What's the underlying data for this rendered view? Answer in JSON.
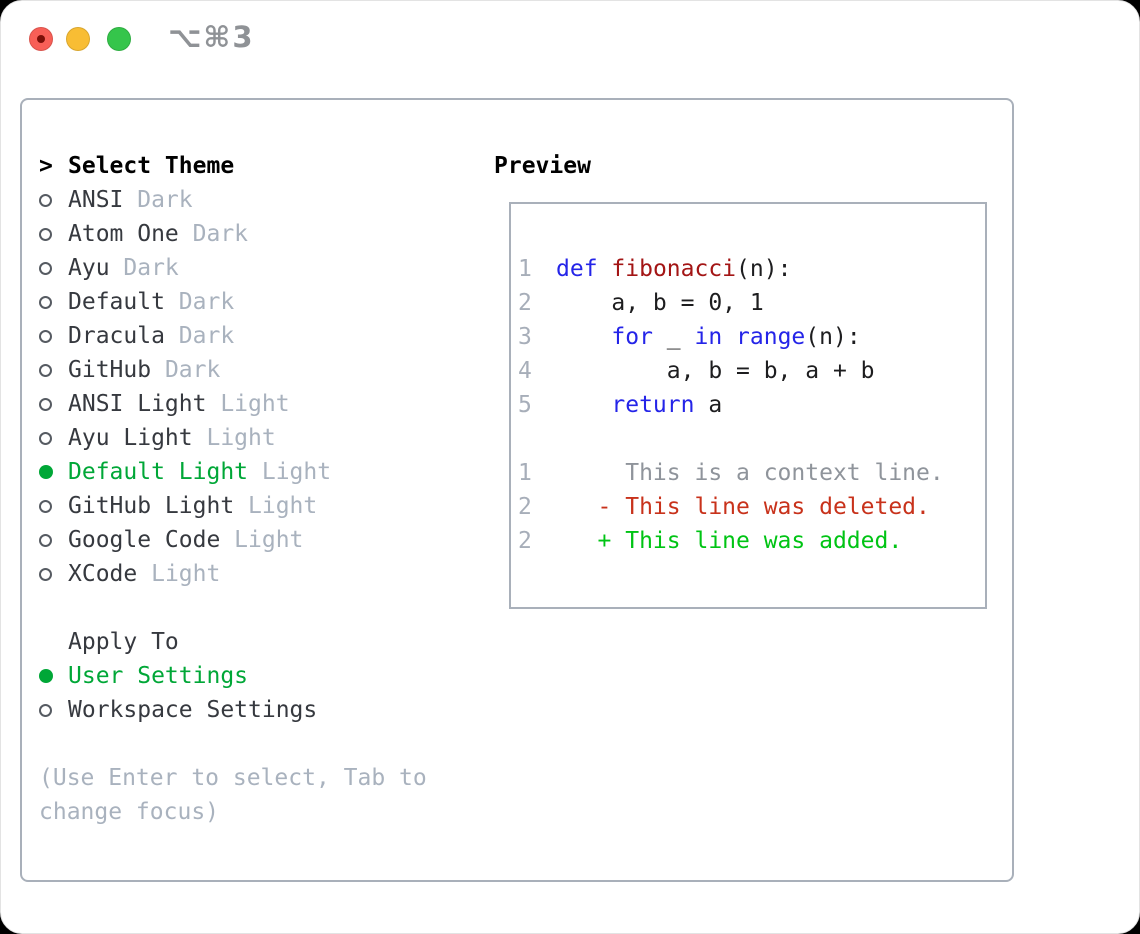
{
  "window": {
    "title": "⌥⌘3"
  },
  "theme_picker": {
    "focus_indicator": ">",
    "header": "Select Theme",
    "items": [
      {
        "label": "ANSI",
        "variant": "Dark",
        "selected": false
      },
      {
        "label": "Atom One",
        "variant": "Dark",
        "selected": false
      },
      {
        "label": "Ayu",
        "variant": "Dark",
        "selected": false
      },
      {
        "label": "Default",
        "variant": "Dark",
        "selected": false
      },
      {
        "label": "Dracula",
        "variant": "Dark",
        "selected": false
      },
      {
        "label": "GitHub",
        "variant": "Dark",
        "selected": false
      },
      {
        "label": "ANSI Light",
        "variant": "Light",
        "selected": false
      },
      {
        "label": "Ayu Light",
        "variant": "Light",
        "selected": false
      },
      {
        "label": "Default Light",
        "variant": "Light",
        "selected": true
      },
      {
        "label": "GitHub Light",
        "variant": "Light",
        "selected": false
      },
      {
        "label": "Google Code",
        "variant": "Light",
        "selected": false
      },
      {
        "label": "XCode",
        "variant": "Light",
        "selected": false
      }
    ]
  },
  "apply_to": {
    "header": "Apply To",
    "options": [
      {
        "label": "User Settings",
        "selected": true
      },
      {
        "label": "Workspace Settings",
        "selected": false
      }
    ]
  },
  "hint": "(Use Enter to select, Tab to change focus)",
  "preview": {
    "title": "Preview",
    "code_lines": [
      {
        "num": "1",
        "tokens": [
          {
            "t": "def",
            "c": "keyword"
          },
          {
            "t": " ",
            "c": "plain"
          },
          {
            "t": "fibonacci",
            "c": "function"
          },
          {
            "t": "(n):",
            "c": "plain"
          }
        ]
      },
      {
        "num": "2",
        "tokens": [
          {
            "t": "    a, b = 0, 1",
            "c": "plain"
          }
        ]
      },
      {
        "num": "3",
        "tokens": [
          {
            "t": "    ",
            "c": "plain"
          },
          {
            "t": "for",
            "c": "keyword"
          },
          {
            "t": " _ ",
            "c": "plain"
          },
          {
            "t": "in",
            "c": "keyword"
          },
          {
            "t": " ",
            "c": "plain"
          },
          {
            "t": "range",
            "c": "keyword"
          },
          {
            "t": "(n):",
            "c": "plain"
          }
        ]
      },
      {
        "num": "4",
        "tokens": [
          {
            "t": "        a, b = b, a + b",
            "c": "plain"
          }
        ]
      },
      {
        "num": "5",
        "tokens": [
          {
            "t": "    ",
            "c": "plain"
          },
          {
            "t": "return",
            "c": "keyword"
          },
          {
            "t": " a",
            "c": "plain"
          }
        ]
      }
    ],
    "diff_lines": [
      {
        "num": "1",
        "marker": " ",
        "text": "This is a context line.",
        "type": "context"
      },
      {
        "num": "2",
        "marker": "-",
        "text": "This line was deleted.",
        "type": "deleted"
      },
      {
        "num": "2",
        "marker": "+",
        "text": "This line was added.",
        "type": "added"
      }
    ]
  },
  "colors": {
    "accent_green": "#00a737",
    "diff_added": "#00c414",
    "diff_deleted": "#c8321b",
    "diff_context": "#8f949b",
    "syntax_keyword": "#2424e8",
    "syntax_function": "#a31515",
    "code_text": "#1d1d1f",
    "ui_text": "#36393f",
    "muted_gray": "#a9b2be",
    "line_number": "#a7aeb9",
    "box_border": "#a9b0ba",
    "title_gray": "#8f9296",
    "traffic_red": "#f85f57",
    "traffic_red_dot": "#7c0f08",
    "traffic_yellow": "#f8bd34",
    "traffic_green": "#35c54b"
  }
}
